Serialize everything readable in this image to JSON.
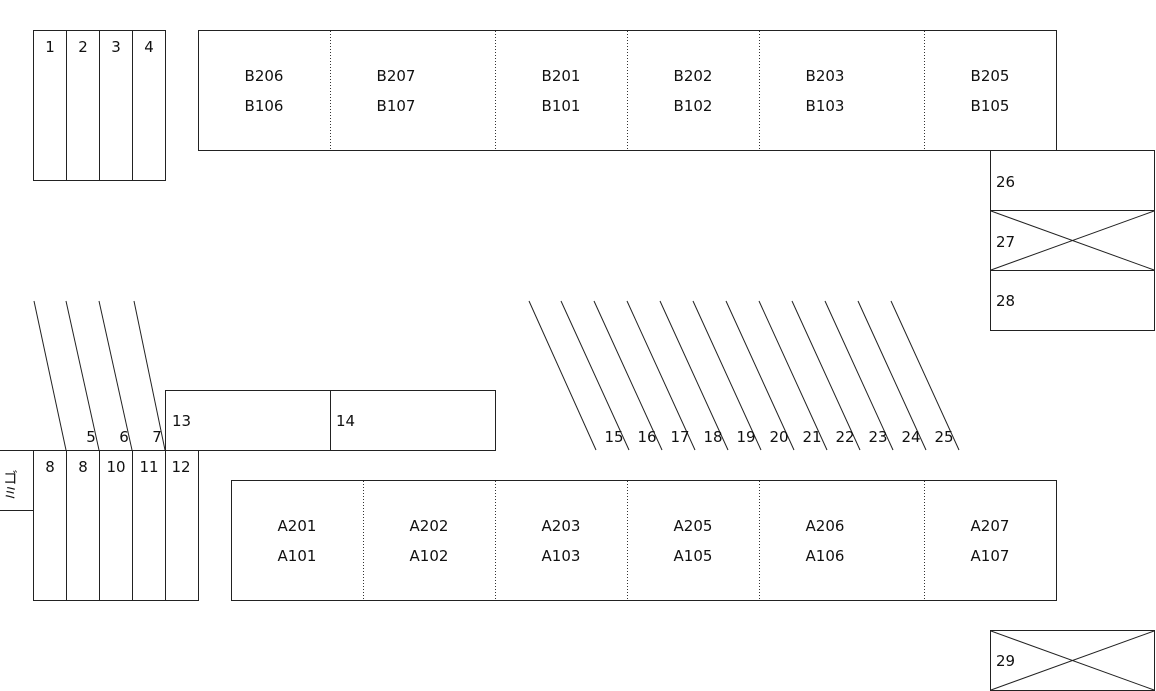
{
  "labels": {
    "s1": "1",
    "s2": "2",
    "s3": "3",
    "s4": "4",
    "s5": "5",
    "s6": "6",
    "s7": "7",
    "s8a": "8",
    "s8b": "8",
    "s10": "10",
    "s11": "11",
    "s12": "12",
    "s13": "13",
    "s14": "14",
    "s15": "15",
    "s16": "16",
    "s17": "17",
    "s18": "18",
    "s19": "19",
    "s20": "20",
    "s21": "21",
    "s22": "22",
    "s23": "23",
    "s24": "24",
    "s25": "25",
    "s26": "26",
    "s27": "27",
    "s28": "28",
    "s29": "29",
    "gomi": "ゴミ"
  },
  "building_b": {
    "units": [
      {
        "upper": "B206",
        "lower": "B106"
      },
      {
        "upper": "B207",
        "lower": "B107"
      },
      {
        "upper": "B201",
        "lower": "B101"
      },
      {
        "upper": "B202",
        "lower": "B102"
      },
      {
        "upper": "B203",
        "lower": "B103"
      },
      {
        "upper": "B205",
        "lower": "B105"
      }
    ]
  },
  "building_a": {
    "units": [
      {
        "upper": "A201",
        "lower": "A101"
      },
      {
        "upper": "A202",
        "lower": "A102"
      },
      {
        "upper": "A203",
        "lower": "A103"
      },
      {
        "upper": "A205",
        "lower": "A105"
      },
      {
        "upper": "A206",
        "lower": "A106"
      },
      {
        "upper": "A207",
        "lower": "A107"
      }
    ]
  }
}
